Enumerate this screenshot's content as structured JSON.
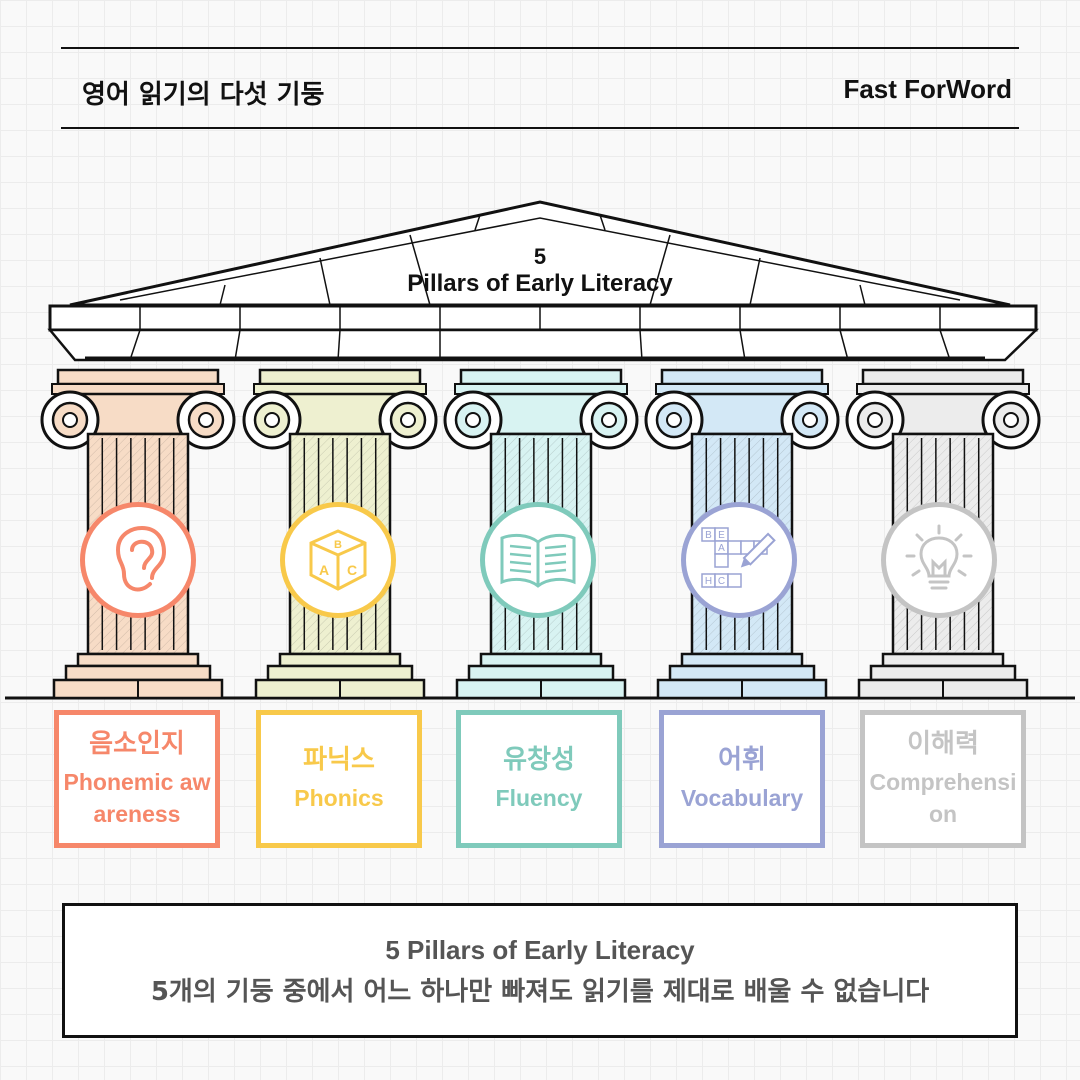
{
  "header": {
    "title_ko": "영어 읽기의 다섯 기둥",
    "brand": "Fast ForWord"
  },
  "roof": {
    "number": "5",
    "title": "Pillars of Early Literacy"
  },
  "pillars": [
    {
      "ko": "음소인지",
      "en": "Phonemic awareness",
      "color": "#f6876a",
      "tint": "#f7dcc6",
      "icon": "ear-icon"
    },
    {
      "ko": "파닉스",
      "en": "Phonics",
      "color": "#f8c94a",
      "tint": "#eef0d0",
      "icon": "abc-block-icon"
    },
    {
      "ko": "유창성",
      "en": "Fluency",
      "color": "#7fcabb",
      "tint": "#d8f3f2",
      "icon": "open-book-icon"
    },
    {
      "ko": "어휘",
      "en": "Vocabulary",
      "color": "#9aa3d4",
      "tint": "#d3e8f6",
      "icon": "crossword-pencil-icon"
    },
    {
      "ko": "이해력",
      "en": "Comprehension",
      "color": "#c4c4c4",
      "tint": "#ececec",
      "icon": "lightbulb-icon"
    }
  ],
  "icon_letters": {
    "abc": [
      "B",
      "A",
      "C"
    ],
    "crossword": [
      "B",
      "E",
      "A",
      "H",
      "H",
      "C"
    ]
  },
  "footer": {
    "line1": "5 Pillars of Early Literacy",
    "line2": "5개의 기둥 중에서 어느 하나만 빠져도 읽기를 제대로 배울 수 없습니다"
  }
}
